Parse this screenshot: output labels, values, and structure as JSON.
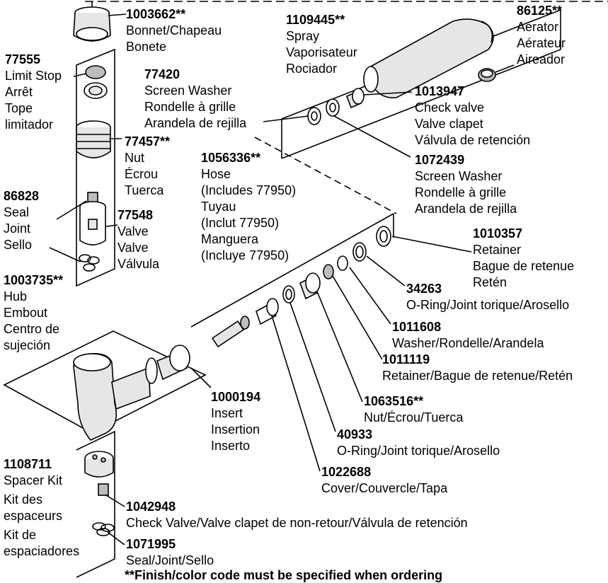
{
  "parts": [
    {
      "id": "p1003662",
      "number": "1003662**",
      "lines": [
        "Bonnet/Chapeau",
        "Bonete"
      ]
    },
    {
      "id": "p77555",
      "number": "77555",
      "lines": [
        "Limit Stop",
        "Arrêt",
        "Tope",
        "limitador"
      ]
    },
    {
      "id": "p77420",
      "number": "77420",
      "lines": [
        "Screen Washer",
        "Rondelle à grille",
        "Arandela de rejilla"
      ]
    },
    {
      "id": "p1109445",
      "number": "1109445**",
      "lines": [
        "Spray",
        "Vaporisateur",
        "Rociador"
      ]
    },
    {
      "id": "p86125",
      "number": "86125**",
      "lines": [
        "Aerator",
        "Aérateur",
        "Aireador"
      ]
    },
    {
      "id": "p1013947",
      "number": "1013947",
      "lines": [
        "Check valve",
        "Valve clapet",
        "Válvula de retención"
      ]
    },
    {
      "id": "p77457",
      "number": "77457**",
      "lines": [
        "Nut",
        "Écrou",
        "Tuerca"
      ]
    },
    {
      "id": "p1056336",
      "number": "1056336**",
      "lines": [
        "Hose",
        "(Includes 77950)",
        "Tuyau",
        "(Inclut 77950)",
        "Manguera",
        "(Incluye 77950)"
      ]
    },
    {
      "id": "p1072439",
      "number": "1072439",
      "lines": [
        "Screen Washer",
        "Rondelle à grille",
        "Arandela de rejilla"
      ]
    },
    {
      "id": "p86828",
      "number": "86828",
      "lines": [
        "Seal",
        "Joint",
        "Sello"
      ]
    },
    {
      "id": "p77548",
      "number": "77548",
      "lines": [
        "Valve",
        "Valve",
        "Válvula"
      ]
    },
    {
      "id": "p1010357",
      "number": "1010357",
      "lines": [
        "Retainer",
        "Bague de retenue",
        "Retén"
      ]
    },
    {
      "id": "p1003735",
      "number": "1003735**",
      "lines": [
        "Hub",
        "Embout",
        "Centro de",
        "sujeción"
      ]
    },
    {
      "id": "p34263",
      "number": "34263",
      "lines": [
        "O-Ring/Joint torique/Arosello"
      ]
    },
    {
      "id": "p1011608",
      "number": "1011608",
      "lines": [
        "Washer/Rondelle/Arandela"
      ]
    },
    {
      "id": "p1011119",
      "number": "1011119",
      "lines": [
        "Retainer/Bague de retenue/Retén"
      ]
    },
    {
      "id": "p1000194",
      "number": "1000194",
      "lines": [
        "Insert",
        "Insertion",
        "Inserto"
      ]
    },
    {
      "id": "p1063516",
      "number": "1063516**",
      "lines": [
        "Nut/Écrou/Tuerca"
      ]
    },
    {
      "id": "p40933",
      "number": "40933",
      "lines": [
        "O-Ring/Joint torique/Arosello"
      ]
    },
    {
      "id": "p1022688",
      "number": "1022688",
      "lines": [
        "Cover/Couvercle/Tapa"
      ]
    },
    {
      "id": "p1108711",
      "number": "1108711",
      "lines": [
        "Spacer Kit",
        "",
        "Kit des",
        "espaceurs",
        "Kit de",
        "espaciadores"
      ]
    },
    {
      "id": "p1042948",
      "number": "1042948",
      "lines": [
        "Check Valve/Valve clapet de non-retour/Válvula de retención"
      ]
    },
    {
      "id": "p1071995",
      "number": "1071995",
      "lines": [
        "Seal/Joint/Sello"
      ]
    }
  ],
  "footnote": "**Finish/color code must be specified when ordering"
}
